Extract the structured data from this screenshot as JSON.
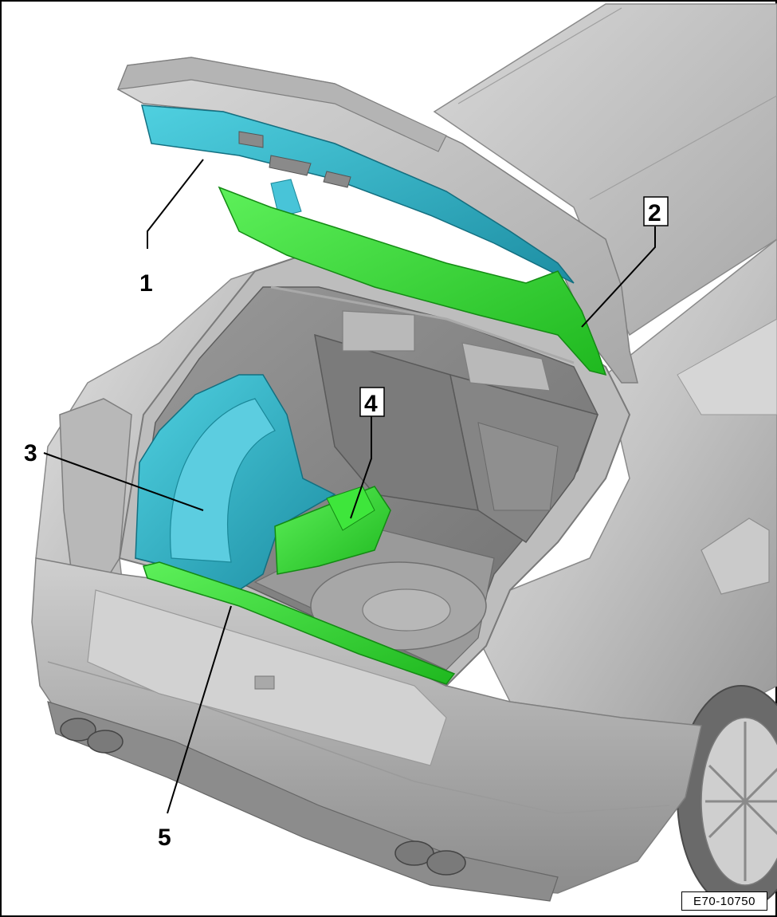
{
  "figure": {
    "id": "E70-10750"
  },
  "callouts": [
    {
      "label": "1"
    },
    {
      "label": "2"
    },
    {
      "label": "3"
    },
    {
      "label": "4"
    },
    {
      "label": "5"
    }
  ],
  "colors": {
    "part_teal": "#27a9c0",
    "part_green": "#2fd12f",
    "body_gray": "#c9c9c9",
    "dark_gray": "#8a8a8a",
    "frame": "#000000"
  },
  "icons": []
}
